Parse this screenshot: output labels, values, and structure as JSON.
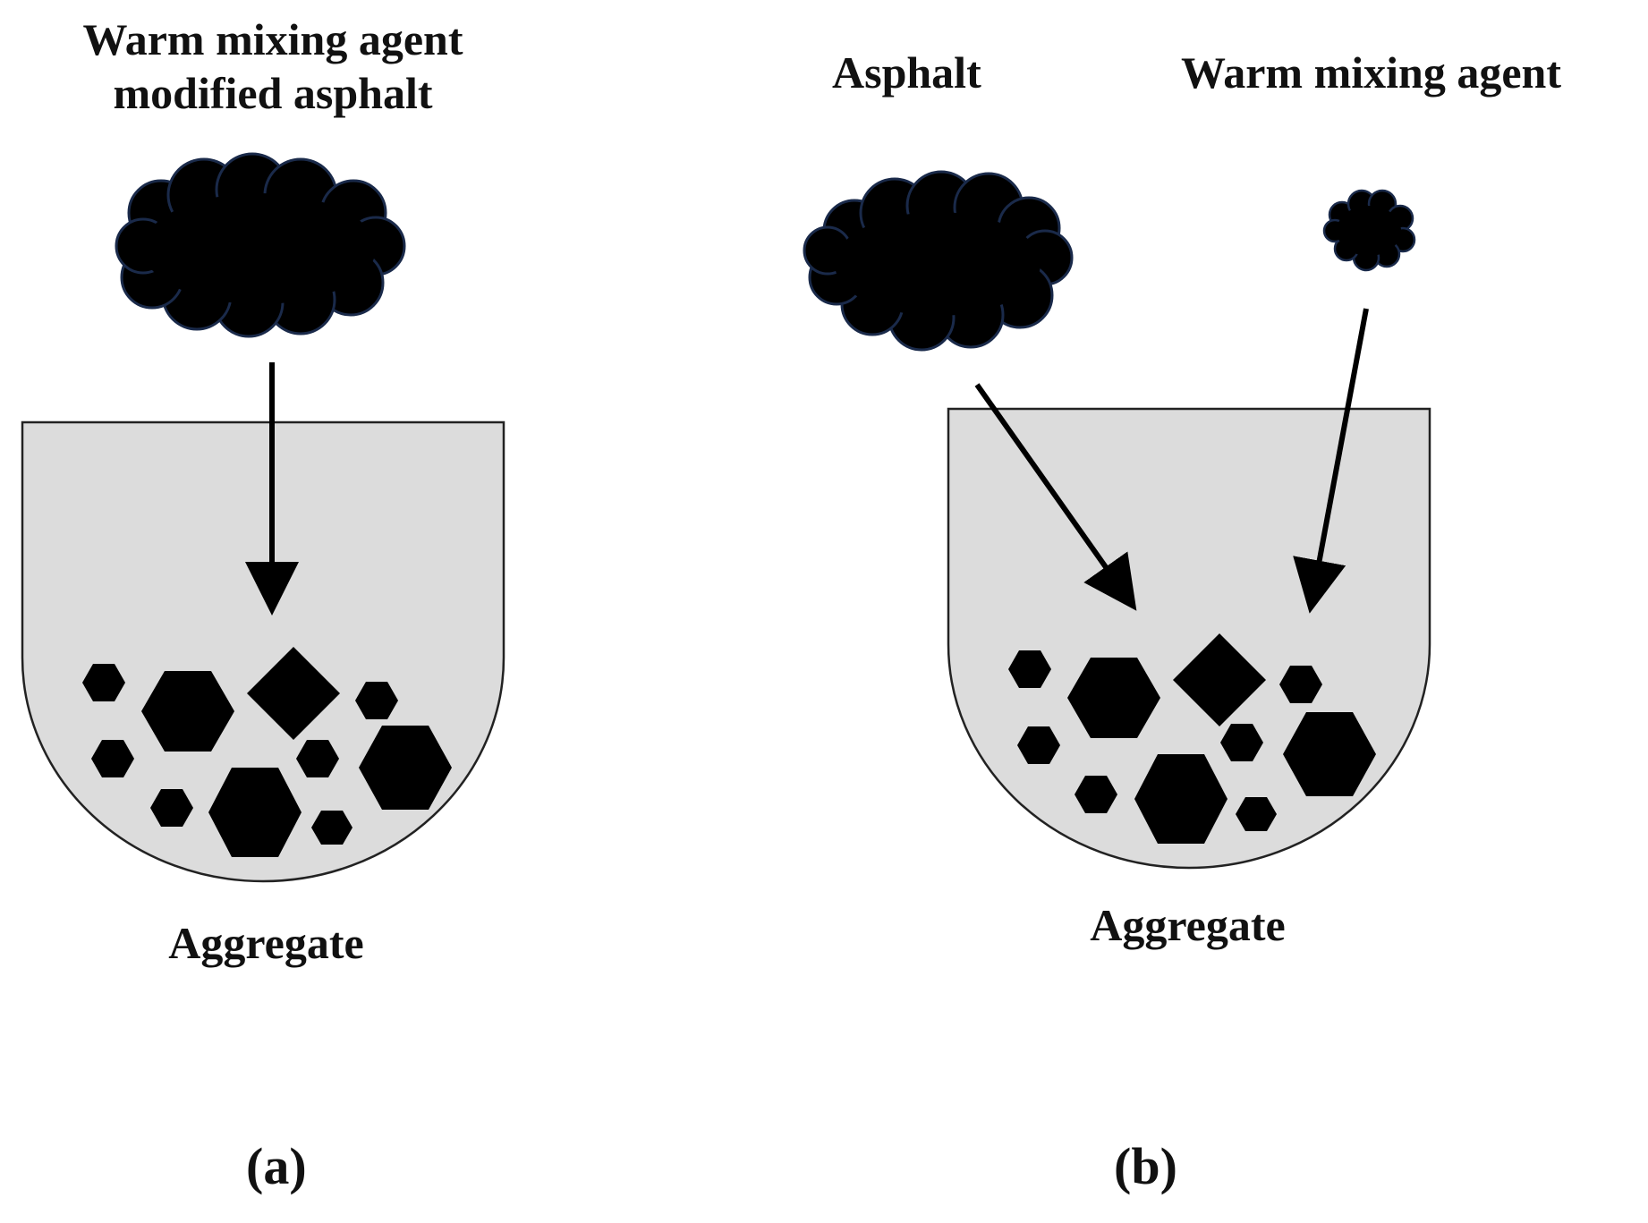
{
  "panel_a": {
    "title_line1": "Warm mixing agent",
    "title_line2": "modified asphalt",
    "aggregate_label": "Aggregate",
    "panel_label": "(a)"
  },
  "panel_b": {
    "asphalt_label": "Asphalt",
    "agent_label": "Warm mixing agent",
    "aggregate_label": "Aggregate",
    "panel_label": "(b)"
  },
  "colors": {
    "bowl_fill": "#dcdcdc",
    "bowl_stroke": "#222222",
    "particle": "#000000",
    "cloud": "#000000",
    "cloud_outline": "#1a2a4a"
  }
}
